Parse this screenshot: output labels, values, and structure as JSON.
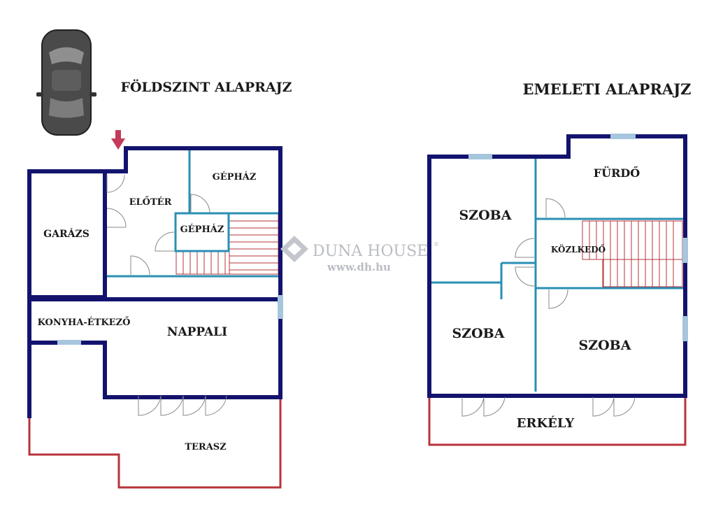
{
  "titles": {
    "ground": "FÖLDSZINT ALAPRAJZ",
    "upper": "EMELETI ALAPRAJZ"
  },
  "ground_rooms": {
    "garazs": "GARÁZS",
    "eloter": "ELŐTÉR",
    "gephaz_top": "GÉPHÁZ",
    "gephaz_small": "GÉPHÁZ",
    "konyha": "KONYHA-ÉTKEZŐ",
    "nappali": "NAPPALI",
    "terasz": "TERASZ"
  },
  "upper_rooms": {
    "szoba_tl": "SZOBA",
    "furdo": "FÜRDŐ",
    "kozlekedo": "KÖZLKEDŐ",
    "szoba_bl": "SZOBA",
    "szoba_br": "SZOBA",
    "erkely": "ERKÉLY"
  },
  "watermark": {
    "brand": "DUNA HOUSE",
    "registered": "®",
    "url": "www.dh.hu"
  },
  "colors": {
    "exterior_wall": "#13136e",
    "interior_wall": "#2a8fb3",
    "terrace_outline": "#b8333a",
    "stairs": "#b8333a",
    "window": "#a6c6de",
    "entrance_arrow": "#c43a5a",
    "car_body": "#4a4a4a"
  },
  "icons": [
    "car-icon",
    "entrance-arrow-icon",
    "door-swing-icon",
    "window-icon",
    "stairs-icon",
    "duna-house-logo-icon"
  ]
}
